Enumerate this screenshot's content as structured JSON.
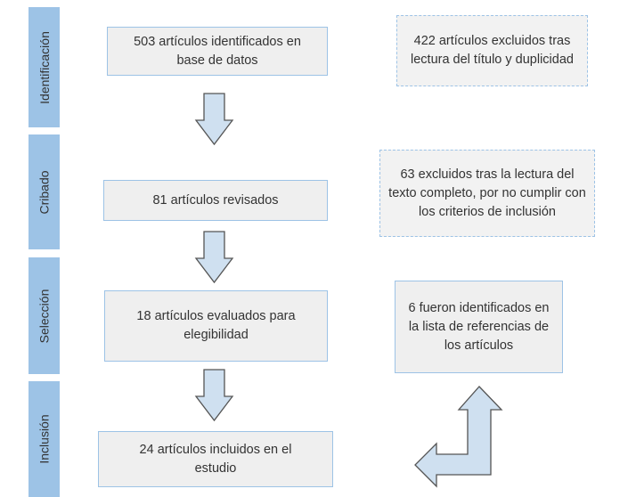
{
  "phases": [
    "Identificación",
    "Cribado",
    "Selección",
    "Inclusión"
  ],
  "main_boxes": [
    "503 artículos identificados en base de datos",
    "81 artículos revisados",
    "18 artículos evaluados para elegibilidad",
    "24 artículos incluidos en el estudio"
  ],
  "side_boxes": [
    "422 artículos excluidos tras lectura del título y duplicidad",
    "63 excluidos tras la lectura del texto completo, por no cumplir con los criterios de inclusión",
    "6 fueron identificados en la lista de referencias de los artículos"
  ],
  "colors": {
    "phase": "#9dc3e6",
    "box": "#efefef",
    "arrow_fill": "#cfe0f0",
    "arrow_stroke": "#555555"
  }
}
